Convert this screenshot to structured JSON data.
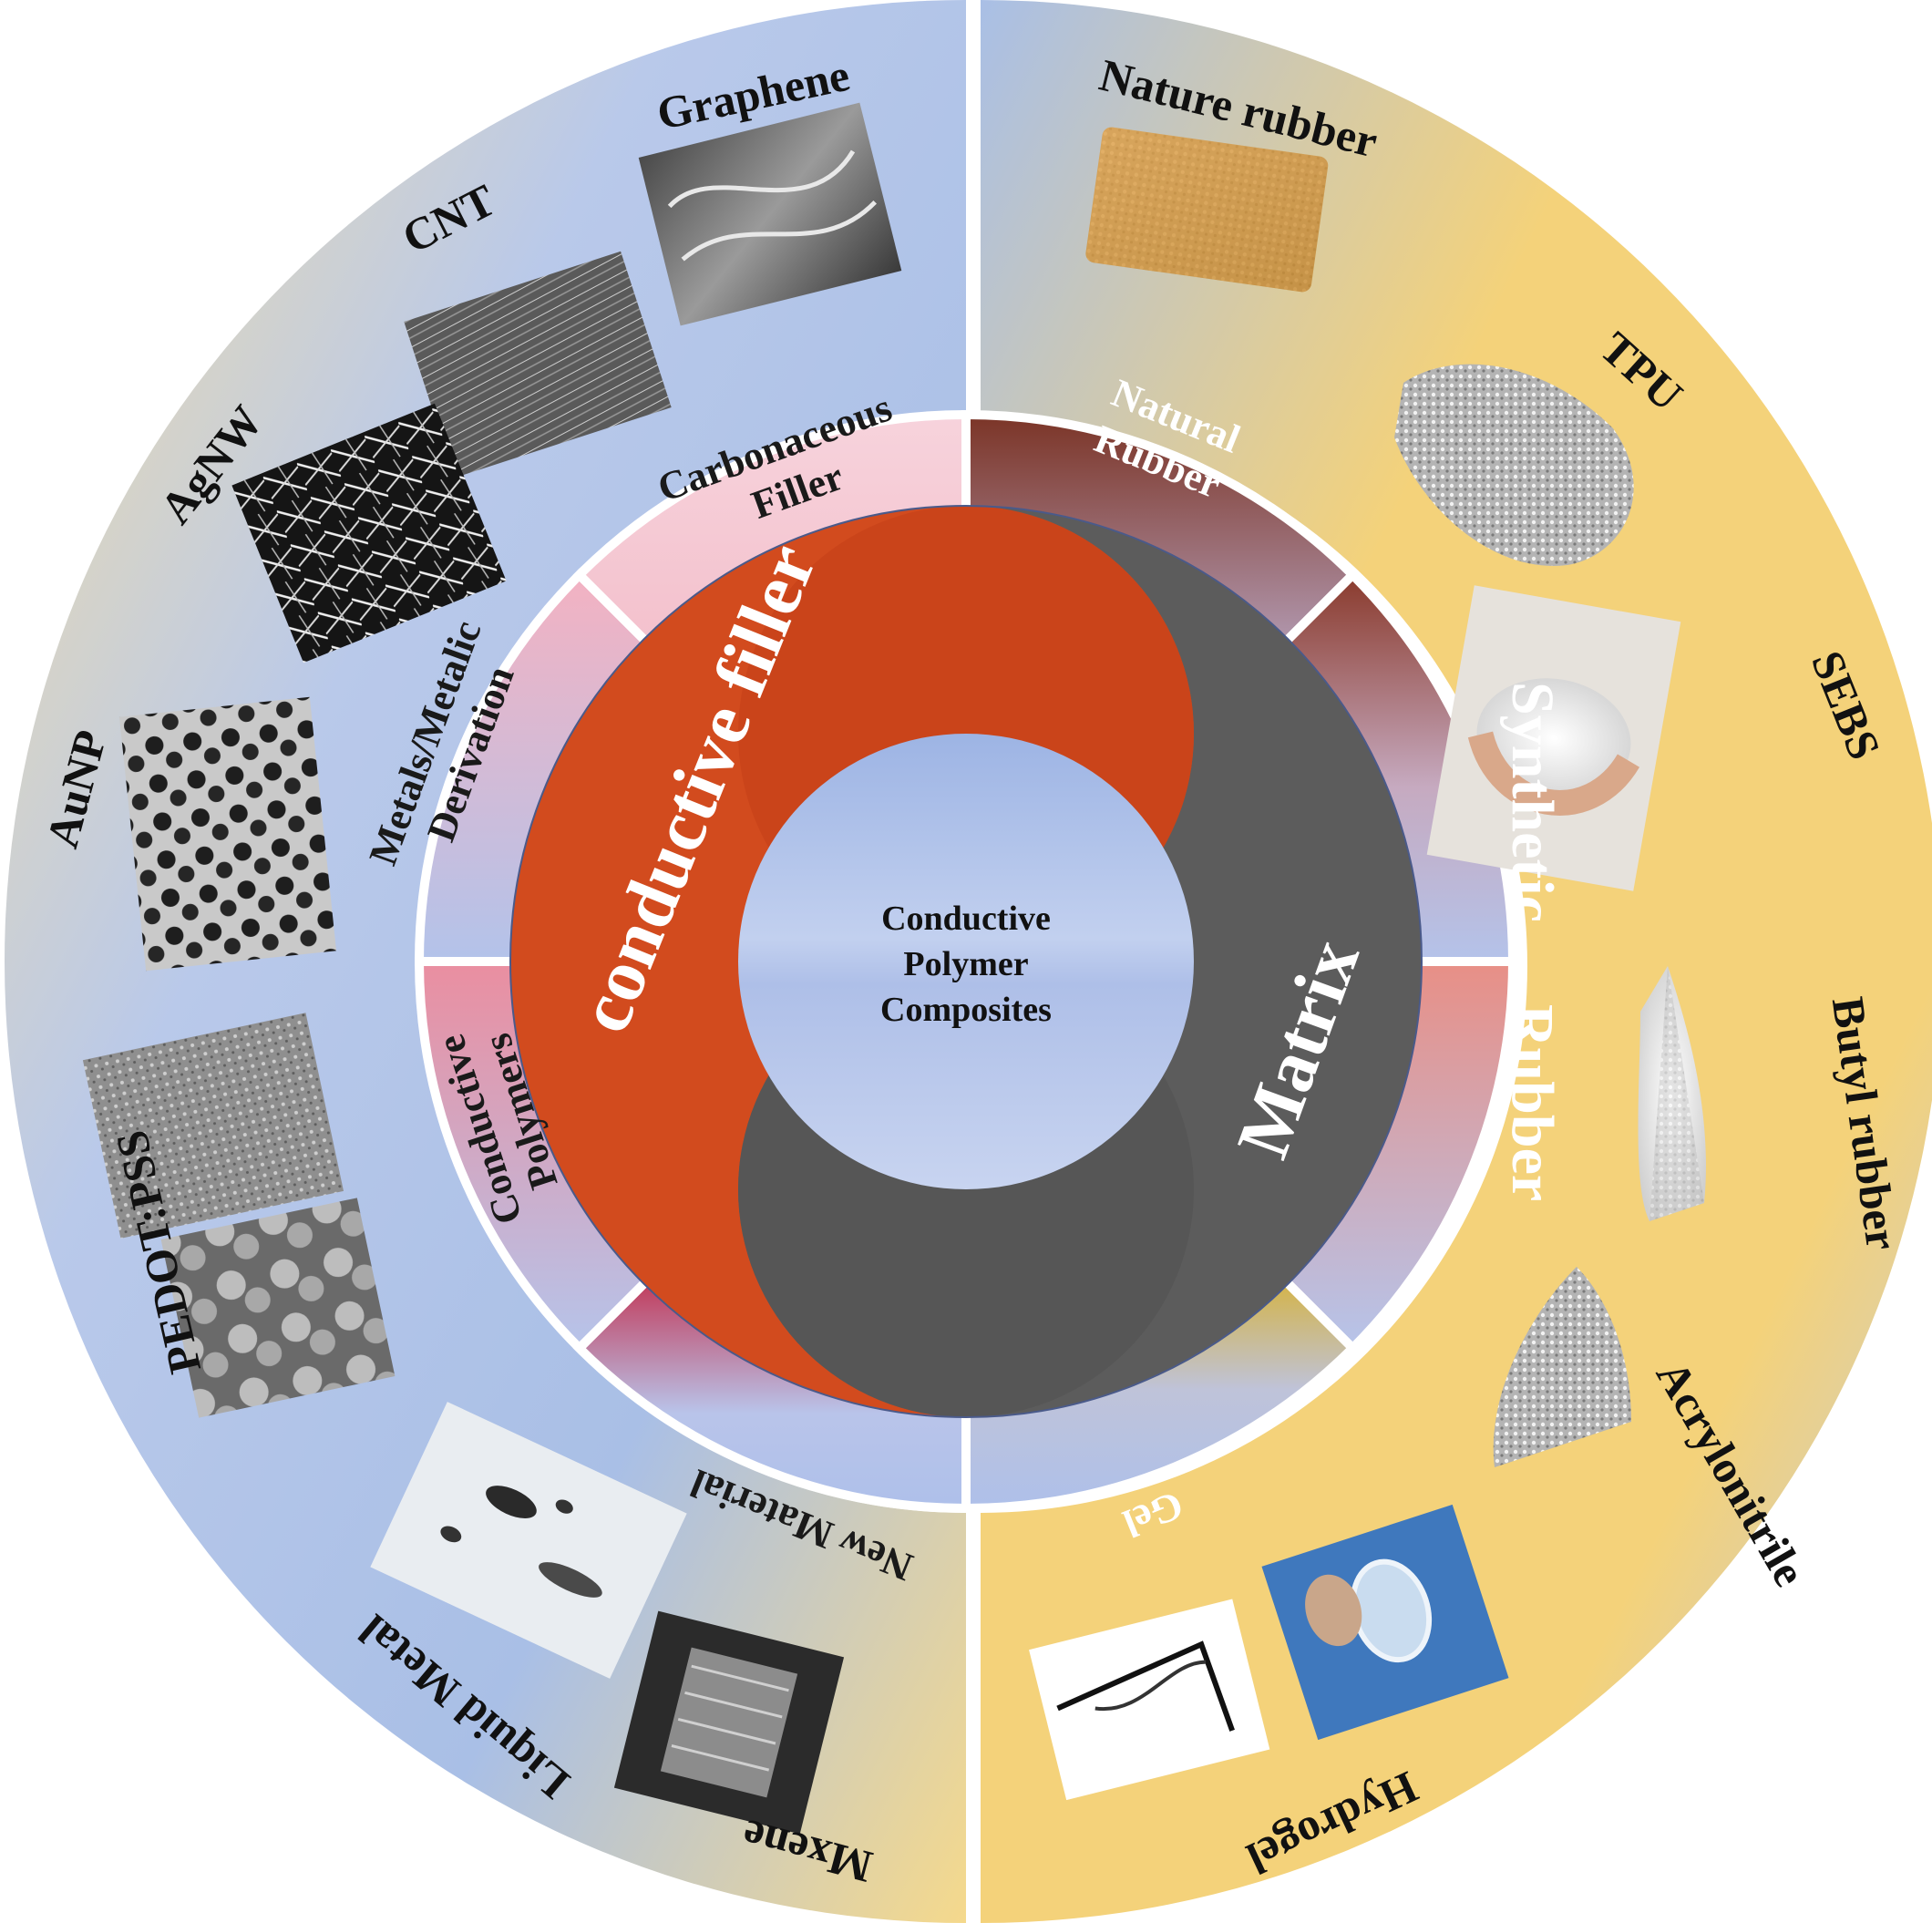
{
  "center": {
    "lines": [
      "Conductive",
      "Polymer",
      "Composites"
    ]
  },
  "core": {
    "filler_label": "conductive filler",
    "matrix_label": "Matrix"
  },
  "categories": {
    "carbonaceous": [
      "Carbonaceous",
      "Filler"
    ],
    "metals": [
      "Metals/Metalic",
      "Derivation"
    ],
    "conductive_polymers": [
      "Conductive",
      "Polymers"
    ],
    "new_material": [
      "New Material"
    ],
    "natural_rubber": [
      "Natural",
      "Rubber"
    ],
    "synthetic": [
      "Synthetic"
    ],
    "rubber": [
      "Rubber"
    ],
    "gel": [
      "Gel"
    ]
  },
  "materials": {
    "graphene": "Graphene",
    "cnt": "CNT",
    "agnw": "AgNW",
    "aunp": "AuNP",
    "pedot": "PEDOT:PSS",
    "liquid_metal": "Liquid Metal",
    "mxene": "Mxene",
    "nature_rubber": "Nature rubber",
    "tpu": "TPU",
    "sebs": "SEBS",
    "butyl_rubber": "Butyl rubber",
    "acrylonitrile": "Acrylonitrile",
    "hydrogel": "Hydrogel"
  },
  "colors": {
    "outer_blue": "#a9bfe6",
    "outer_gold": "#f4d27a",
    "filler_orange": "#d24b1e",
    "matrix_gray": "#5c5c5c",
    "natural_rubber_brown": "#7b3a2c",
    "pink": "#f1a3b3"
  }
}
